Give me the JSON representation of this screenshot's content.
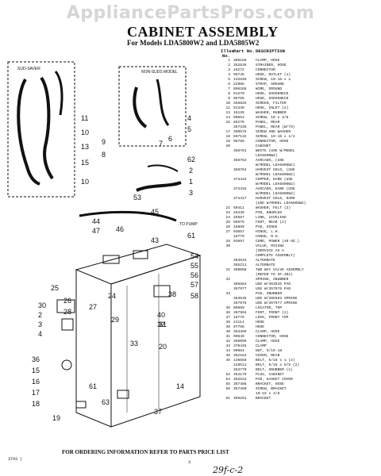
{
  "watermark": "AppliancePartsPros.com",
  "title": "CABINET ASSEMBLY",
  "subtitle": "For Models LDA5800W2 and LDA5805W2",
  "table_header": {
    "illus_no": "Illus. No.",
    "part_no": "Part No.",
    "description": "DESCRIPTION"
  },
  "parts": [
    {
      "no": "1",
      "pn": "396158",
      "desc": "CLAMP, HOSE"
    },
    {
      "no": "2",
      "pn": "352835",
      "desc": "STRAINER, HOSE"
    },
    {
      "no": "3",
      "pn": "16272",
      "desc": "CONNECTOR"
    },
    {
      "no": "4",
      "pn": "95745",
      "desc": "HOSE, OUTLET (1)"
    },
    {
      "no": "5",
      "pn": "132848",
      "desc": "SCREW, 10-16 x 1"
    },
    {
      "no": "6",
      "pn": "22985",
      "desc": "STRAP, GROUND"
    },
    {
      "no": "7",
      "pn": "896286",
      "desc": "WIRE, GROUND"
    },
    {
      "no": "8",
      "pn": "91370",
      "desc": "HOSE, GOOSENECK"
    },
    {
      "no": "9",
      "pn": "95765",
      "desc": "HOSE, GOOSENECK"
    },
    {
      "no": "10",
      "pn": "355825",
      "desc": "SCREEN, FILTER"
    },
    {
      "no": "11",
      "pn": "91339",
      "desc": "HOSE, INLET (2)"
    },
    {
      "no": "13",
      "pn": "15135",
      "desc": "WASHER, RUBBER"
    },
    {
      "no": "14",
      "pn": "90854",
      "desc": "SCREW, 10 x 3/8"
    },
    {
      "no": "15",
      "pn": "85279",
      "desc": "PANEL, REAR"
    },
    {
      "no": "",
      "pn": "357335",
      "desc": "PANEL, REAR (W/7S)"
    },
    {
      "no": "17",
      "pn": "390575",
      "desc": "SCREW AND WASHER"
    },
    {
      "no": "18",
      "pn": "697132",
      "desc": "SCREW, 10-16 x 1/2"
    },
    {
      "no": "19",
      "pn": "96766",
      "desc": "CONNECTOR, HOSE"
    },
    {
      "no": "20",
      "pn": "",
      "desc": "CABINET"
    },
    {
      "no": "",
      "pn": "358761",
      "desc": "WHITE (USE W/MODEL"
    },
    {
      "no": "",
      "pn": "",
      "desc": "LDA5800W2)"
    },
    {
      "no": "",
      "pn": "358763",
      "desc": "AVOCADO, (USE"
    },
    {
      "no": "",
      "pn": "",
      "desc": "W/MODEL LDA5805W2)"
    },
    {
      "no": "",
      "pn": "358764",
      "desc": "HARVEST GOLD, (USE"
    },
    {
      "no": "",
      "pn": "",
      "desc": "W/MODEL LDA5805W2)"
    },
    {
      "no": "",
      "pn": "374415",
      "desc": "COPPER, DARK (USE"
    },
    {
      "no": "",
      "pn": "",
      "desc": "W/MODEL LDA5805W2)"
    },
    {
      "no": "",
      "pn": "374416",
      "desc": "AVOCADO, DARK (USE"
    },
    {
      "no": "",
      "pn": "",
      "desc": "W/MODEL LDA5805W2)"
    },
    {
      "no": "",
      "pn": "374417",
      "desc": "HARVEST GOLD, DARK"
    },
    {
      "no": "",
      "pn": "",
      "desc": "(USE W/MODEL LDA5805W2)"
    },
    {
      "no": "22",
      "pn": "59411",
      "desc": "WASHER, FELT (2)"
    },
    {
      "no": "23",
      "pn": "25439",
      "desc": "PIN, KNURLED"
    },
    {
      "no": "24",
      "pn": "25587",
      "desc": "LINK, LEVELING"
    },
    {
      "no": "25",
      "pn": "59879",
      "desc": "FOOT, REAR (2)"
    },
    {
      "no": "26",
      "pn": "18869",
      "desc": "PAD, HINGE"
    },
    {
      "no": "27",
      "pn": "93657",
      "desc": "HINGE, L.H."
    },
    {
      "no": "",
      "pn": "18779",
      "desc": "HINGE, R.H."
    },
    {
      "no": "28",
      "pn": "93667",
      "desc": "CORD, POWER (40 HZ.)"
    },
    {
      "no": "30",
      "pn": "",
      "desc": "VALVE, MIXING"
    },
    {
      "no": "",
      "pn": "",
      "desc": "(SERVICE AS A"
    },
    {
      "no": "",
      "pn": "",
      "desc": "COMPLETE ASSEMBLY)"
    },
    {
      "no": "",
      "pn": "363633",
      "desc": "ALTERNATE"
    },
    {
      "no": "",
      "pn": "365211",
      "desc": "ALTERNATE"
    },
    {
      "no": "31",
      "pn": "360068",
      "desc": "TWO WAY VALVE ASSEMBLY"
    },
    {
      "no": "",
      "pn": "",
      "desc": "(REFER TO SF-382)"
    },
    {
      "no": "32",
      "pn": "",
      "desc": "SPRING, SNUBBER"
    },
    {
      "no": "",
      "pn": "385683",
      "desc": "USE W/363635 PAD"
    },
    {
      "no": "",
      "pn": "357977",
      "desc": "USE W/357976 PAD"
    },
    {
      "no": "33",
      "pn": "",
      "desc": "PAD, SNUBBER"
    },
    {
      "no": "",
      "pn": "363635",
      "desc": "USE W/385683 SPRING"
    },
    {
      "no": "",
      "pn": "357976",
      "desc": "USE W/357977 SPRING"
    },
    {
      "no": "35",
      "pn": "98669",
      "desc": "LOCATOR, TOP"
    },
    {
      "no": "36",
      "pn": "357994",
      "desc": "FOOT, FRONT (2)"
    },
    {
      "no": "37",
      "pn": "18779",
      "desc": "LOCK, FRONT TOP"
    },
    {
      "no": "38",
      "pn": "21114",
      "desc": "HOSE"
    },
    {
      "no": "39",
      "pn": "97766",
      "desc": "HOSE"
    },
    {
      "no": "40",
      "pn": "353399",
      "desc": "CLAMP, HOSE"
    },
    {
      "no": "41",
      "pn": "99840",
      "desc": "CONNECTOR, HOSE"
    },
    {
      "no": "42",
      "pn": "355096",
      "desc": "CLAMP, HOSE"
    },
    {
      "no": "43",
      "pn": "370445",
      "desc": "CLAMP"
    },
    {
      "no": "44",
      "pn": "90984",
      "desc": "NUT, 5/16-18"
    },
    {
      "no": "45",
      "pn": "352163",
      "desc": "COVER, REAR"
    },
    {
      "no": "46",
      "pn": "136658",
      "desc": "BOLT, 5/16 x 1 (2)"
    },
    {
      "no": "",
      "pn": "128511",
      "desc": "BOLT, 5/16 x 5/8 (2)"
    },
    {
      "no": "",
      "pn": "353770",
      "desc": "BOLT, SNUBBER (1)"
    },
    {
      "no": "53",
      "pn": "354179",
      "desc": "PLUG, CABINET"
    },
    {
      "no": "54",
      "pn": "352534",
      "desc": "PAD, GASKET COVER"
    },
    {
      "no": "55",
      "pn": "357488",
      "desc": "BRACKET, HOSE"
    },
    {
      "no": "56",
      "pn": "357490",
      "desc": "SCREW, BRACKET"
    },
    {
      "no": "",
      "pn": "",
      "desc": "10-16 x 3/8"
    },
    {
      "no": "61",
      "pn": "359291",
      "desc": "BRACKET"
    }
  ],
  "diagram": {
    "box_left_label": "SUD-SAVER",
    "box_right_label": "NON-SUDS MODEL",
    "to_pump": "TO PUMP",
    "callouts": [
      "11",
      "10",
      "13",
      "15",
      "10",
      "9",
      "8",
      "4",
      "5",
      "6",
      "7",
      "62",
      "2",
      "1",
      "3",
      "53",
      "45",
      "44",
      "47",
      "43",
      "46",
      "54",
      "55",
      "56",
      "57",
      "58",
      "61",
      "25",
      "30",
      "2",
      "3",
      "4",
      "26",
      "28",
      "27",
      "24",
      "29",
      "31",
      "38",
      "40",
      "32",
      "33",
      "20",
      "36",
      "15",
      "16",
      "17",
      "18",
      "19",
      "61",
      "63",
      "37",
      "14"
    ]
  },
  "footer": "FOR ORDERING INFORMATION REFER TO PARTS PRICE LIST",
  "small_code": "3743 (",
  "page_no": "3",
  "hand_code": "29f-c-2"
}
